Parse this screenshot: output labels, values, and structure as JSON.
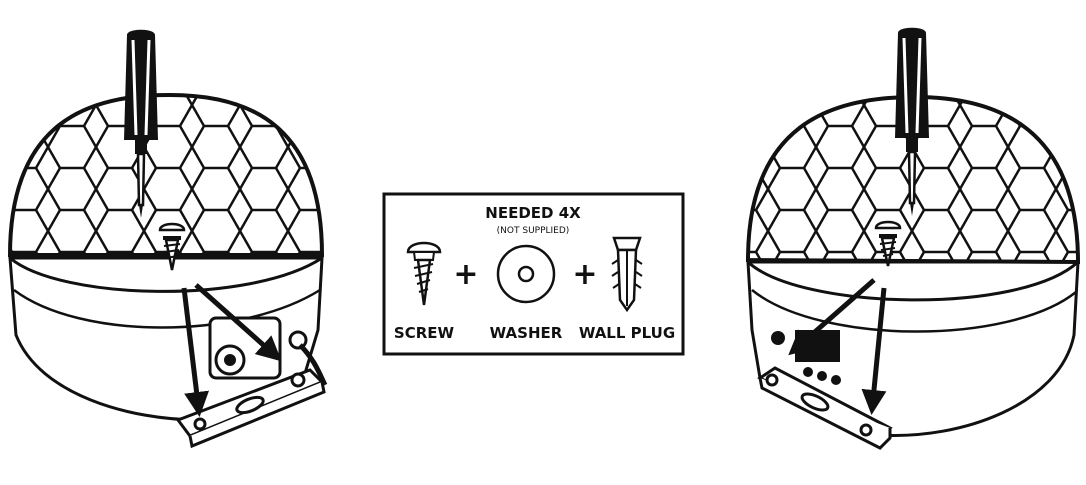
{
  "info_box": {
    "heading": "NEEDED 4X",
    "subheading": "(NOT SUPPLIED)",
    "plus_symbol": "+",
    "items": [
      {
        "label": "SCREW",
        "icon": "screw-icon"
      },
      {
        "label": "WASHER",
        "icon": "washer-icon"
      },
      {
        "label": "WALL PLUG",
        "icon": "wall-plug-icon"
      }
    ]
  },
  "colors": {
    "ink": "#111111",
    "background": "#ffffff"
  }
}
